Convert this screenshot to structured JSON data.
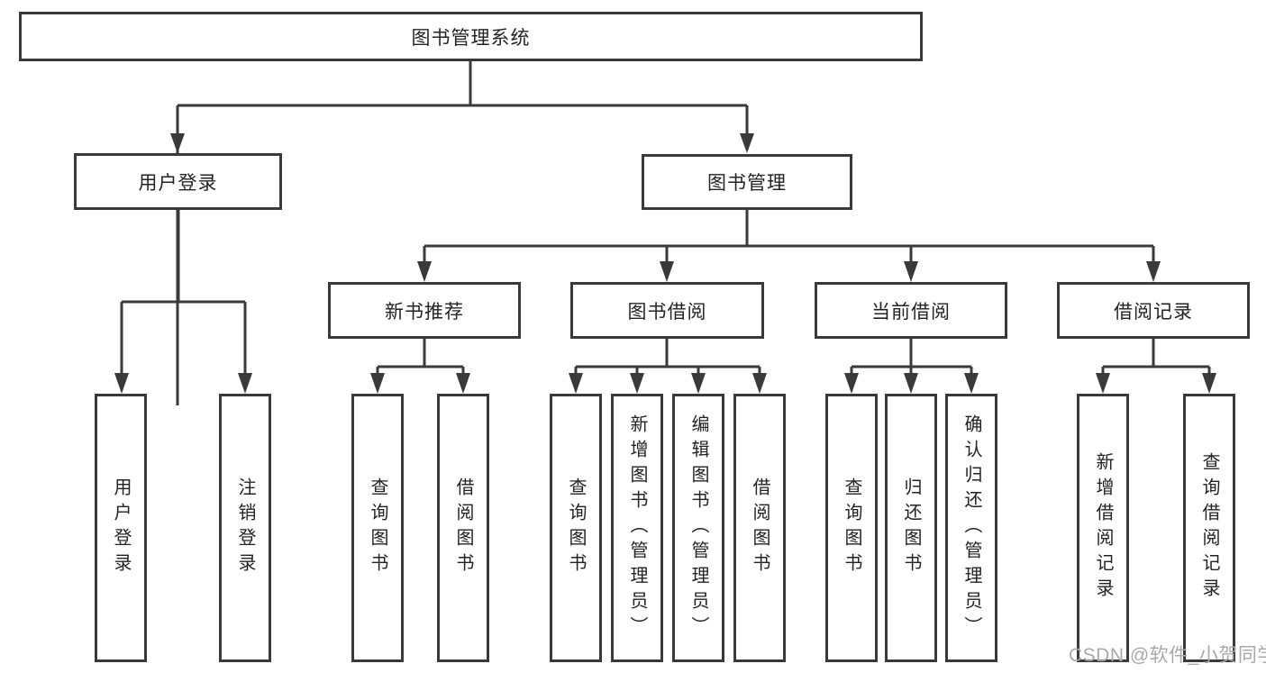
{
  "diagram": {
    "root": {
      "label": "图书管理系统"
    },
    "level2": {
      "user_login": {
        "label": "用户登录"
      },
      "book_mgmt": {
        "label": "图书管理"
      }
    },
    "level3": {
      "new_books": {
        "label": "新书推荐"
      },
      "borrowing": {
        "label": "图书借阅"
      },
      "current": {
        "label": "当前借阅"
      },
      "records": {
        "label": "借阅记录"
      }
    },
    "leaves": {
      "user_login_1": {
        "label": "用户登录"
      },
      "user_login_2": {
        "label": "注销登录"
      },
      "new_books_1": {
        "label": "查询图书"
      },
      "new_books_2": {
        "label": "借阅图书"
      },
      "borrowing_1": {
        "label": "查询图书"
      },
      "borrowing_2": {
        "label": "新增图书（管理员）"
      },
      "borrowing_3": {
        "label": "编辑图书（管理员）"
      },
      "borrowing_4": {
        "label": "借阅图书"
      },
      "current_1": {
        "label": "查询图书"
      },
      "current_2": {
        "label": "归还图书"
      },
      "current_3": {
        "label": "确认归还（管理员）"
      },
      "records_1": {
        "label": "新增借阅记录"
      },
      "records_2": {
        "label": "查询借阅记录"
      }
    },
    "watermark": "CSDN @软件_小贺同学",
    "colors": {
      "line": "#3a3a3a",
      "text": "#232323",
      "watermark": "#a9a9a9",
      "background": "#ffffff"
    }
  }
}
